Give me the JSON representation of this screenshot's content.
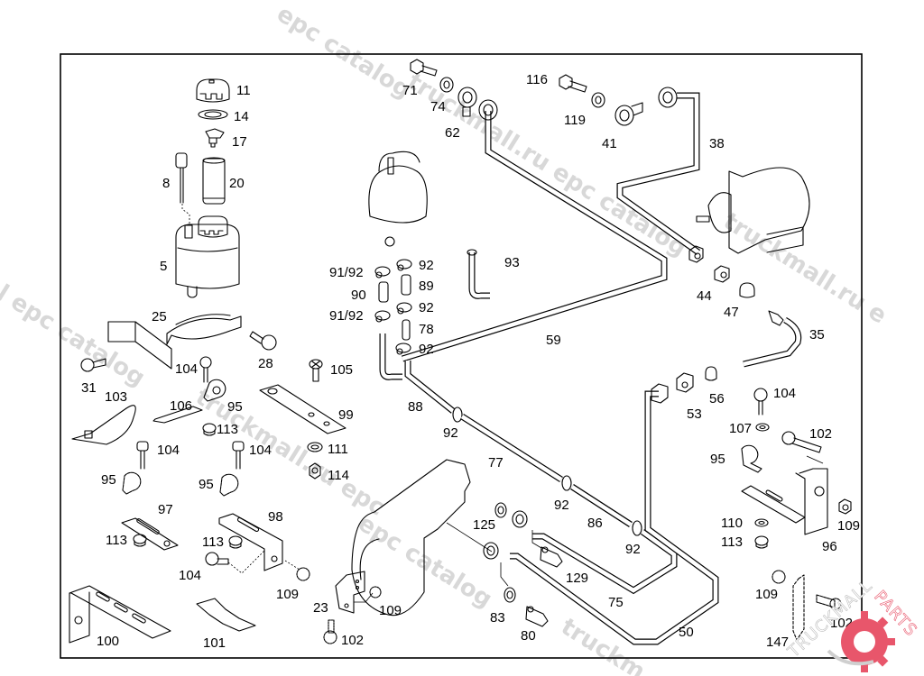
{
  "diagram": {
    "title": "Power steering reservoir, lines and brackets",
    "frame_visible": true
  },
  "watermarks": [
    {
      "text": "epc catalog"
    },
    {
      "text": "truckmall.ru epc catalog"
    },
    {
      "text": "l epc catalog"
    },
    {
      "text": "truckmall.ru epc"
    },
    {
      "text": "truckmall.ru e"
    },
    {
      "text": "epc catalog"
    },
    {
      "text": "truckm"
    }
  ],
  "logo": {
    "text": "TRUCKMALLPARTS",
    "part1": "TRUCKMALL",
    "part2": "PARTS",
    "accent_color": "#e8566b"
  },
  "callouts": {
    "c11": "11",
    "c14": "14",
    "c17": "17",
    "c8": "8",
    "c20": "20",
    "c5": "5",
    "c25": "25",
    "c31": "31",
    "c104a": "104",
    "c28": "28",
    "c105": "105",
    "c103": "103",
    "c106": "106",
    "c95a": "95",
    "c113a": "113",
    "c99": "99",
    "c104b": "104",
    "c104c": "104",
    "c111": "111",
    "c114": "114",
    "c95b": "95",
    "c95c": "95",
    "c97": "97",
    "c98": "98",
    "c113b": "113",
    "c113c": "113",
    "c104d": "104",
    "c109a": "109",
    "c100": "100",
    "c101": "101",
    "c23": "23",
    "c109b": "109",
    "c102a": "102",
    "c71": "71",
    "c74": "74",
    "c62": "62",
    "c116": "116",
    "c119": "119",
    "c41": "41",
    "c38": "38",
    "c44": "44",
    "c47": "47",
    "c35": "35",
    "c9192a": "91/92",
    "c92a": "92",
    "c89": "89",
    "c90": "90",
    "c9192b": "91/92",
    "c92b": "92",
    "c78": "78",
    "c92c": "92",
    "c93": "93",
    "c59": "59",
    "c88": "88",
    "c92d": "92",
    "c77": "77",
    "c92e": "92",
    "c86": "86",
    "c92f": "92",
    "c125": "125",
    "c129": "129",
    "c75": "75",
    "c83": "83",
    "c80": "80",
    "c50": "50",
    "c53": "53",
    "c56": "56",
    "c104e": "104",
    "c107": "107",
    "c102b": "102",
    "c95d": "95",
    "c110": "110",
    "c113d": "113",
    "c109c": "109",
    "c96": "96",
    "c109d": "109",
    "c147": "147",
    "c102c": "102"
  }
}
